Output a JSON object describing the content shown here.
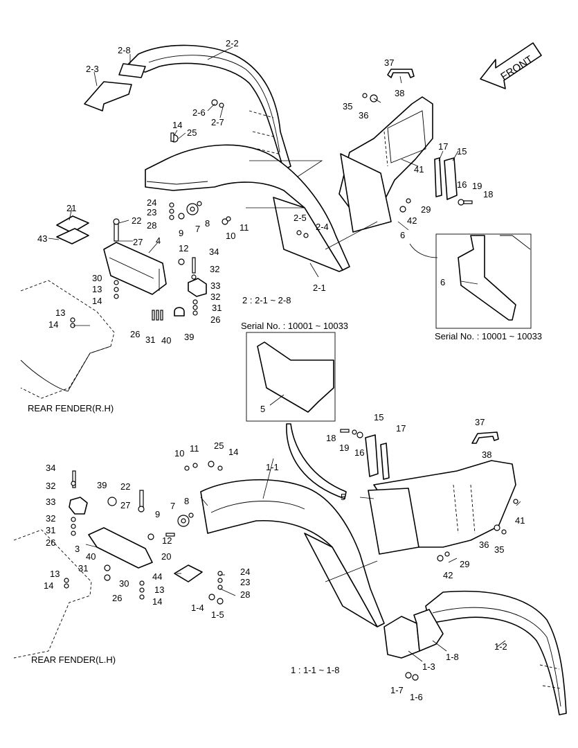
{
  "front_label": "FRONT",
  "captions": {
    "rear_fender_rh": "REAR FENDER(R.H)",
    "rear_fender_lh": "REAR FENDER(L.H)",
    "group_2": "2 : 2-1 ~ 2-8",
    "group_1": "1 : 1-1 ~ 1-8",
    "serial_top": "Serial No. : 10001 ~ 10033",
    "serial_right": "Serial No. : 10001 ~ 10033"
  },
  "callouts": [
    "2-2",
    "2-8",
    "2-3",
    "2-6",
    "2-7",
    "14",
    "25",
    "24",
    "23",
    "28",
    "8",
    "7",
    "9",
    "10",
    "11",
    "21",
    "22",
    "43",
    "27",
    "4",
    "12",
    "34",
    "32",
    "33",
    "30",
    "13",
    "14",
    "32",
    "31",
    "26",
    "13",
    "14",
    "26",
    "31",
    "40",
    "39",
    "2-5",
    "2-4",
    "2-1",
    "37",
    "38",
    "35",
    "36",
    "41",
    "17",
    "15",
    "16",
    "19",
    "18",
    "29",
    "42",
    "6",
    "6",
    "5",
    "15",
    "17",
    "18",
    "19",
    "16",
    "37",
    "38",
    "5",
    "41",
    "36",
    "35",
    "29",
    "42",
    "34",
    "32",
    "33",
    "32",
    "31",
    "26",
    "3",
    "40",
    "31",
    "26",
    "39",
    "22",
    "27",
    "12",
    "10",
    "11",
    "25",
    "14",
    "1-1",
    "7",
    "9",
    "8",
    "20",
    "44",
    "30",
    "13",
    "14",
    "13",
    "14",
    "24",
    "23",
    "28",
    "1-4",
    "1-5",
    "1-2",
    "1-8",
    "1-3",
    "1-7",
    "1-6"
  ]
}
